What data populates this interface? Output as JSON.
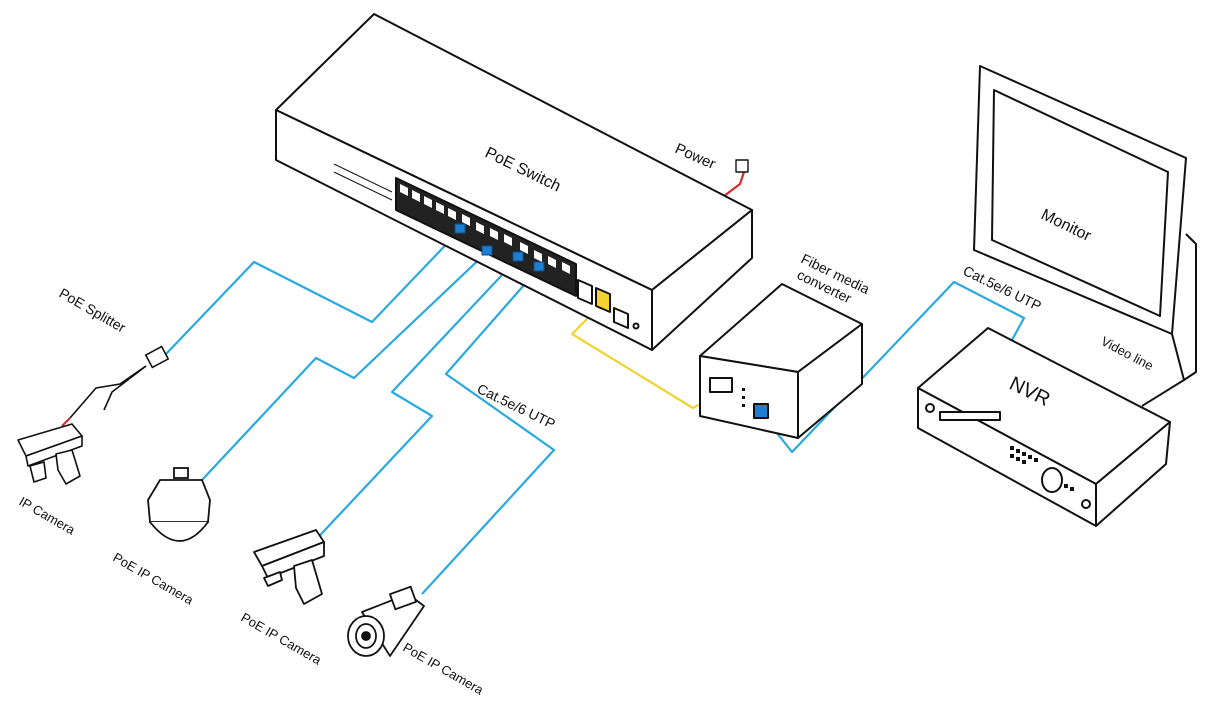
{
  "colors": {
    "cable_utp": "#29a9e0",
    "cable_fiber": "#f2d230",
    "power_cable": "#d42b2b",
    "outline": "#111111",
    "port_highlight": "#1e7fd0"
  },
  "labels": {
    "poe_switch": "PoE  Switch",
    "power": "Power",
    "fiber_media_converter_line1": "Fiber media",
    "fiber_media_converter_line2": "converter",
    "monitor": "Monitor",
    "nvr": "NVR",
    "video_line": "Video line",
    "cat_utp_top": "Cat.5e/6 UTP",
    "cat_utp_bottom": "Cat.5e/6 UTP",
    "poe_splitter": "PoE Splitter",
    "ip_camera": "IP Camera",
    "poe_ip_camera_dome": "PoE IP Camera",
    "poe_ip_camera_box": "PoE IP Camera",
    "poe_ip_camera_bullet": "PoE IP Camera"
  }
}
